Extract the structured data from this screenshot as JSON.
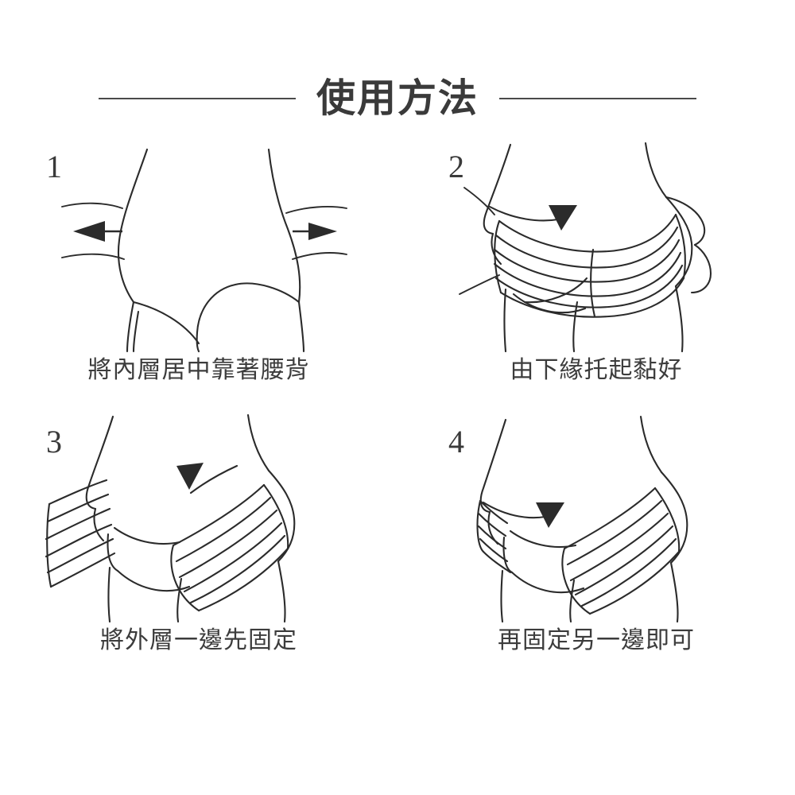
{
  "page": {
    "background_color": "#ffffff",
    "ink_color": "#2b2b2b",
    "text_color": "#3c3c3c"
  },
  "header": {
    "title": "使用方法",
    "rule_color": "#4a4a4a"
  },
  "steps": [
    {
      "number": "1",
      "caption": "將內層居中靠著腰背",
      "figure_name": "back-view-torso-with-outward-arrows",
      "arrows": [
        "left-arrow-icon",
        "right-arrow-icon"
      ]
    },
    {
      "number": "2",
      "caption": "由下緣托起黏好",
      "figure_name": "hip-with-inner-band-wrapped",
      "arrows": [
        "curved-down-arrow-icon"
      ]
    },
    {
      "number": "3",
      "caption": "將外層一邊先固定",
      "figure_name": "hip-with-outer-band-one-side-fastened",
      "arrows": [
        "curved-left-arrow-icon"
      ]
    },
    {
      "number": "4",
      "caption": "再固定另一邊即可",
      "figure_name": "hip-with-outer-band-both-sides-fastened",
      "arrows": [
        "curved-right-arrow-icon"
      ]
    }
  ]
}
